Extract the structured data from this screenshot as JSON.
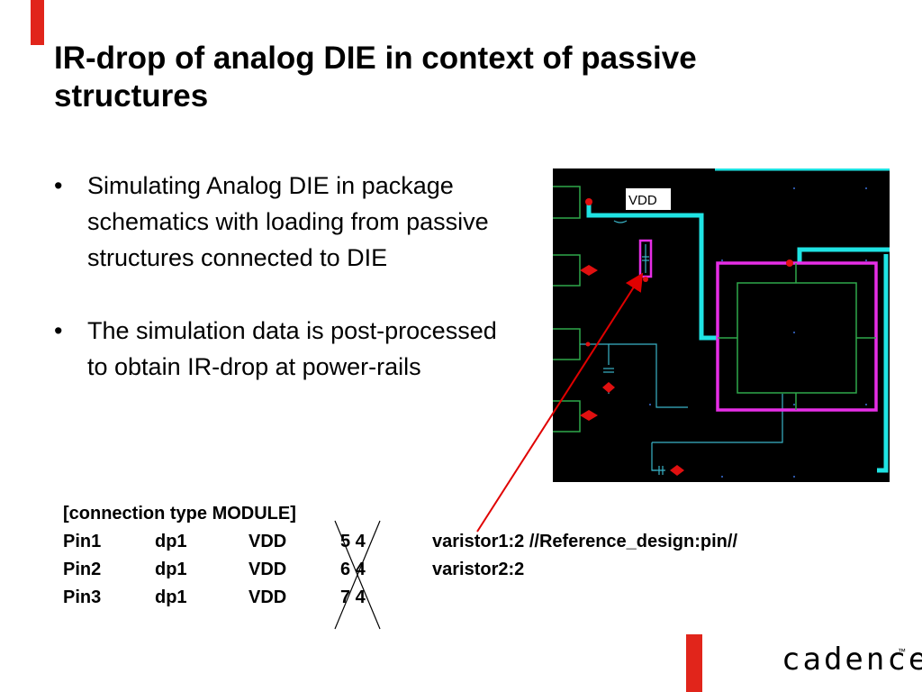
{
  "slide": {
    "title": "IR-drop of analog DIE in context of passive structures",
    "bullets": [
      "Simulating Analog DIE in package schematics with loading from passive structures connected to DIE",
      "The simulation data is post-processed to obtain IR-drop at power-rails"
    ]
  },
  "schematic": {
    "vdd_label": "VDD",
    "colors": {
      "background": "#000000",
      "power_rail": "#1fe3e3",
      "module_box": "#e62ee6",
      "inner_box": "#2fa84a",
      "pin": "#e01010",
      "wire": "#3ab4c8"
    }
  },
  "connection_block": {
    "header": "[connection type MODULE]",
    "rows": [
      {
        "pin": "Pin1",
        "domain": "dp1",
        "net": "VDD",
        "nodes": "5 4",
        "target": "varistor1:2 //Reference_design:pin//"
      },
      {
        "pin": "Pin2",
        "domain": "dp1",
        "net": "VDD",
        "nodes": "6 4",
        "target": "varistor2:2"
      },
      {
        "pin": "Pin3",
        "domain": "dp1",
        "net": "VDD",
        "nodes": "7 4",
        "target": ""
      }
    ]
  },
  "annotation": {
    "arrow_color": "#e00000",
    "cross_color": "#000000"
  },
  "brand": {
    "logo_text": "cadence",
    "trademark": "™",
    "accent_color": "#e1251b"
  }
}
